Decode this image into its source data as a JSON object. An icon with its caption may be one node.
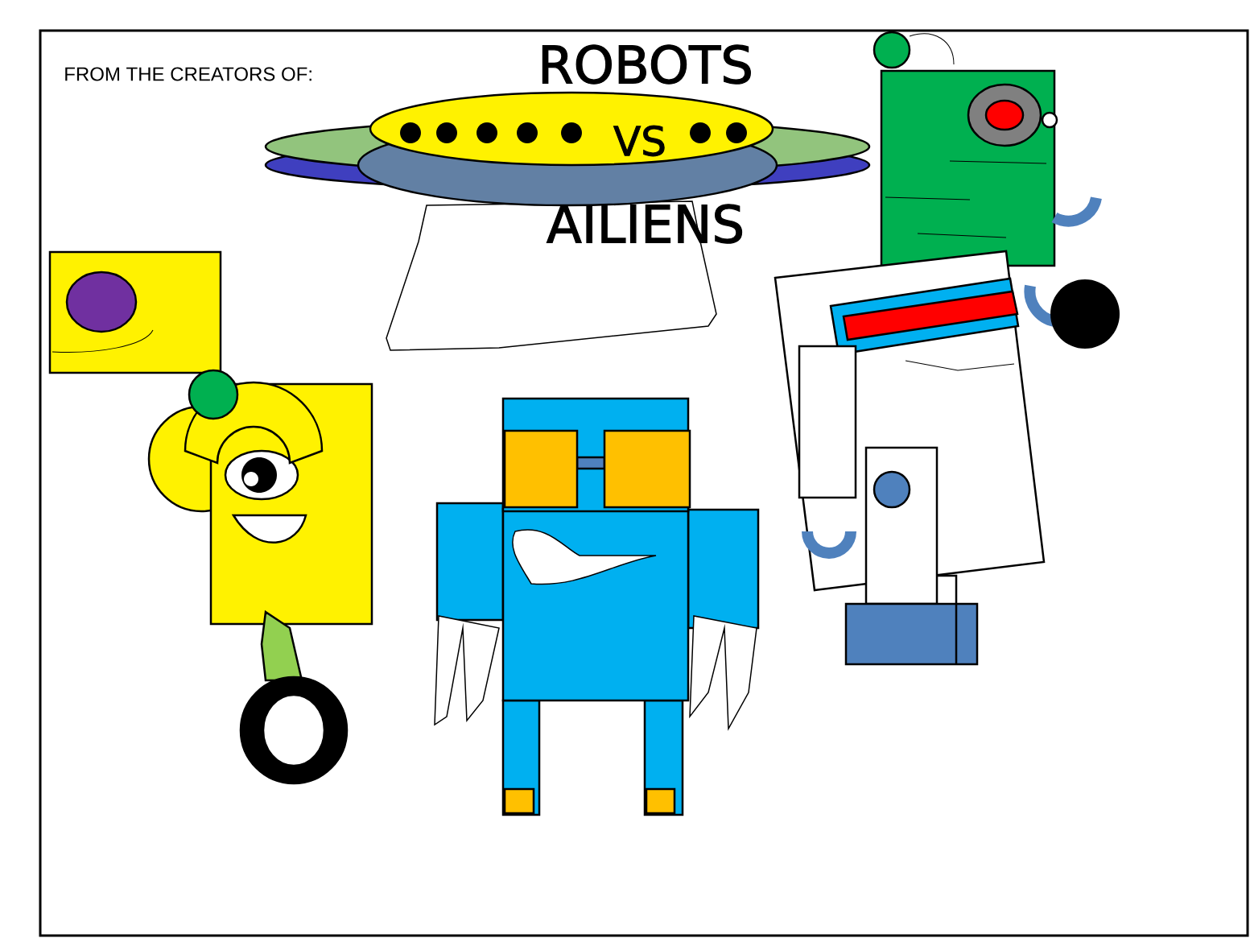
{
  "diagram": {
    "labels": [
      "FROM THE CREATORS OF:",
      "ROBOTS",
      "VS",
      "AILIENS"
    ]
  }
}
